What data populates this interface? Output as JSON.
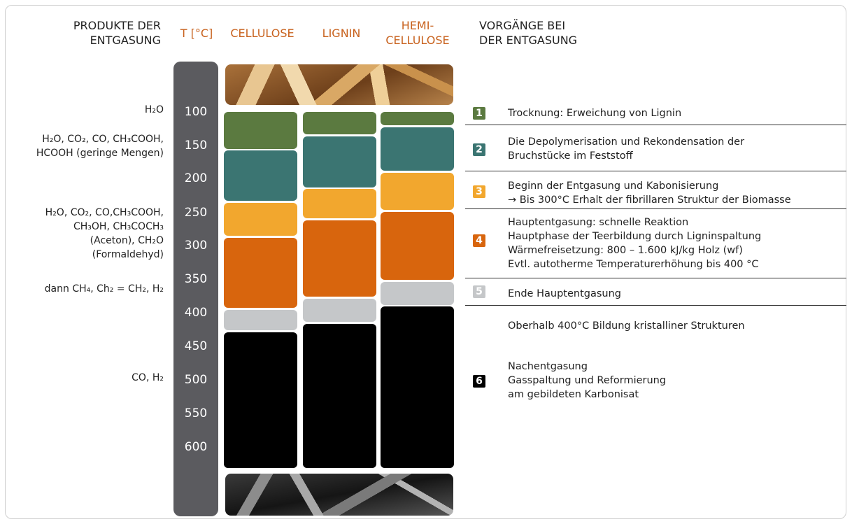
{
  "header": {
    "products_line1": "PRODUKTE DER",
    "products_line2": "ENTGASUNG",
    "temp": "T [°C]",
    "cellulose": "CELLULOSE",
    "lignin": "LIGNIN",
    "hemi_line1": "HEMI-",
    "hemi_line2": "CELLULOSE",
    "processes_line1": "VORGÄNGE BEI",
    "processes_line2": "DER ENTGASUNG"
  },
  "temperatures": [
    "100",
    "150",
    "200",
    "250",
    "300",
    "350",
    "400",
    "450",
    "500",
    "550",
    "600"
  ],
  "products": {
    "p1": "H₂O",
    "p2_l1": "H₂O, CO₂, CO, CH₃COOH,",
    "p2_l2": "HCOOH (geringe Mengen)",
    "p3_l1": "H₂O, CO₂, CO,CH₃COOH,",
    "p3_l2": "CH₃OH, CH₃COCH₃",
    "p3_l3": "(Aceton), CH₂O",
    "p3_l4": "(Formaldehyd)",
    "p4": "dann CH₄, Ch₂ = CH₂, H₂",
    "p5": "CO, H₂"
  },
  "colors": {
    "stage1": "#5b7a40",
    "stage2": "#3b7572",
    "stage3": "#f2a72e",
    "stage4": "#d8650d",
    "stage5": "#c5c7c9",
    "stage6": "#000000",
    "temp_bar": "#5b5b5f",
    "header_accent": "#c8621e"
  },
  "stages": {
    "s1": {
      "num": "1",
      "line1": "Trocknung: Erweichung von Lignin"
    },
    "s2": {
      "num": "2",
      "line1": "Die Depolymerisation und Rekondensation der",
      "line2": "Bruchstücke im Feststoff"
    },
    "s3": {
      "num": "3",
      "line1": "Beginn der Entgasung und Kabonisierung",
      "line2": "→ Bis 300°C Erhalt der fibrillaren Struktur der Biomasse"
    },
    "s4": {
      "num": "4",
      "line1": "Hauptentgasung: schnelle Reaktion",
      "line2": "Hauptphase der Teerbildung durch Ligninspaltung",
      "line3": "Wärmefreisetzung: 800 – 1.600 kJ/kg Holz (wf)",
      "line4": "Evtl. autotherme Temperaturerhöhung bis 400 °C"
    },
    "s5": {
      "num": "5",
      "line1": "Ende Hauptentgasung"
    },
    "above400": "Oberhalb 400°C Bildung kristalliner Strukturen",
    "s6": {
      "num": "6",
      "line1": "Nachentgasung",
      "line2": "Gasspaltung und Reformierung",
      "line3": "am gebildeten Karbonisat"
    }
  },
  "columns": {
    "cellulose": [
      {
        "stage": 1,
        "from": 100,
        "to": 155
      },
      {
        "stage": 2,
        "from": 157,
        "to": 232
      },
      {
        "stage": 3,
        "from": 235,
        "to": 284
      },
      {
        "stage": 4,
        "from": 287,
        "to": 392
      },
      {
        "stage": 5,
        "from": 395,
        "to": 425
      },
      {
        "stage": 6,
        "from": 428,
        "to": 630
      }
    ],
    "lignin": [
      {
        "stage": 1,
        "from": 100,
        "to": 133
      },
      {
        "stage": 2,
        "from": 136,
        "to": 212
      },
      {
        "stage": 3,
        "from": 215,
        "to": 258
      },
      {
        "stage": 4,
        "from": 261,
        "to": 375
      },
      {
        "stage": 5,
        "from": 378,
        "to": 413
      },
      {
        "stage": 6,
        "from": 416,
        "to": 630
      }
    ],
    "hemicellulose": [
      {
        "stage": 1,
        "from": 100,
        "to": 120
      },
      {
        "stage": 2,
        "from": 123,
        "to": 188
      },
      {
        "stage": 3,
        "from": 191,
        "to": 246
      },
      {
        "stage": 4,
        "from": 249,
        "to": 350
      },
      {
        "stage": 5,
        "from": 353,
        "to": 387
      },
      {
        "stage": 6,
        "from": 390,
        "to": 630
      }
    ]
  }
}
